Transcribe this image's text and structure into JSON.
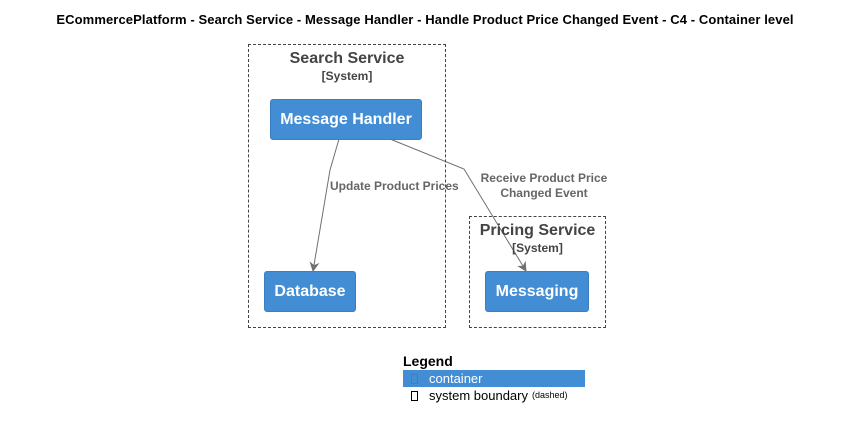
{
  "title": "ECommercePlatform - Search Service - Message Handler - Handle Product Price Changed Event - C4 - Container level",
  "boundaries": {
    "search": {
      "name": "Search Service",
      "type": "[System]"
    },
    "pricing": {
      "name": "Pricing Service",
      "type": "[System]"
    }
  },
  "containers": {
    "message_handler": "Message Handler",
    "database": "Database",
    "messaging": "Messaging"
  },
  "relations": {
    "update": "Update Product Prices",
    "receive_line1": "Receive Product Price",
    "receive_line2": "Changed Event"
  },
  "legend": {
    "title": "Legend",
    "container": "container",
    "system_boundary": "system boundary",
    "dashed_note": "(dashed)"
  },
  "colors": {
    "container": "#438dd5",
    "container_border": "#3c7fc0",
    "boundary": "#444444",
    "arrow": "#707070",
    "edge_label": "#666666"
  }
}
